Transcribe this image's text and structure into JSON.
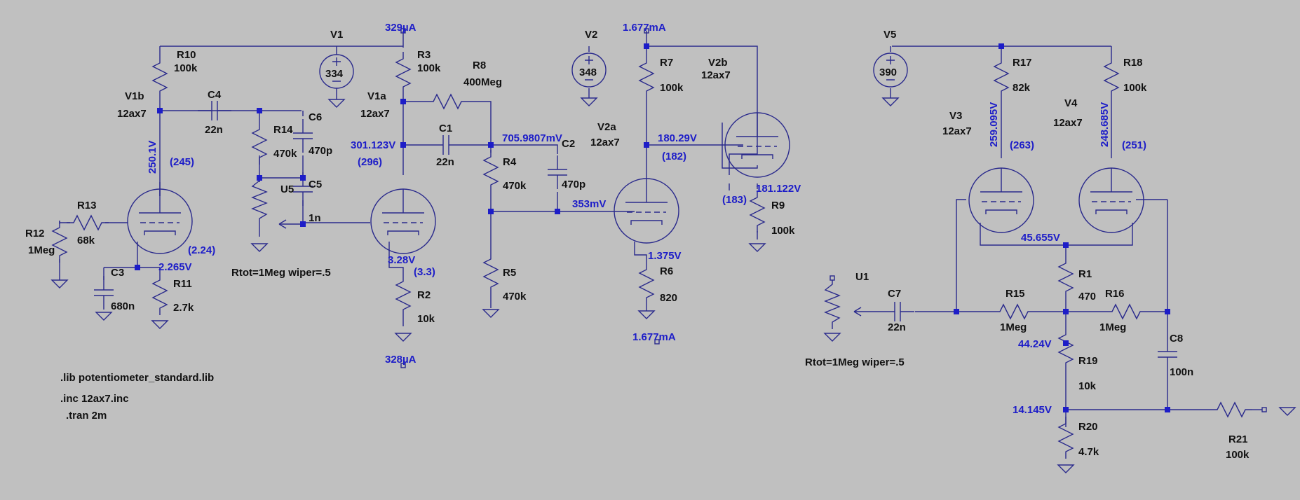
{
  "colors": {
    "background": "#c0c0c0",
    "wire": "#2a2a8c",
    "label": "#111111",
    "annotation": "#1d1dc8"
  },
  "directives": [
    ".lib potentiometer_standard.lib",
    ".inc 12ax7.inc",
    ".tran 2m"
  ],
  "components": {
    "R10": {
      "name": "R10",
      "value": "100k"
    },
    "V1": {
      "name": "V1",
      "value": "334"
    },
    "R3": {
      "name": "R3",
      "value": "100k"
    },
    "R8": {
      "name": "R8",
      "value": "400Meg"
    },
    "V1b": {
      "name": "V1b",
      "model": "12ax7"
    },
    "V1a": {
      "name": "V1a",
      "model": "12ax7"
    },
    "C4": {
      "name": "C4",
      "value": "22n"
    },
    "R14": {
      "name": "R14",
      "value": "470k"
    },
    "C6": {
      "name": "C6",
      "value": "470p"
    },
    "C5": {
      "name": "C5",
      "value": "1n"
    },
    "U5": {
      "name": "U5",
      "params": "Rtot=1Meg wiper=.5"
    },
    "C1": {
      "name": "C1",
      "value": "22n"
    },
    "R4": {
      "name": "R4",
      "value": "470k"
    },
    "R5": {
      "name": "R5",
      "value": "470k"
    },
    "R2": {
      "name": "R2",
      "value": "10k"
    },
    "R13": {
      "name": "R13",
      "value": "68k"
    },
    "R12": {
      "name": "R12",
      "value": "1Meg"
    },
    "C3": {
      "name": "C3",
      "value": "680n"
    },
    "R11": {
      "name": "R11",
      "value": "2.7k"
    },
    "V2": {
      "name": "V2",
      "value": "348"
    },
    "R7": {
      "name": "R7",
      "value": "100k"
    },
    "V2b": {
      "name": "V2b",
      "model": "12ax7"
    },
    "V2a": {
      "name": "V2a",
      "model": "12ax7"
    },
    "C2": {
      "name": "C2",
      "value": "470p"
    },
    "R6": {
      "name": "R6",
      "value": "820"
    },
    "R9": {
      "name": "R9",
      "value": "100k"
    },
    "V5": {
      "name": "V5",
      "value": "390"
    },
    "R17": {
      "name": "R17",
      "value": "82k"
    },
    "R18": {
      "name": "R18",
      "value": "100k"
    },
    "V3": {
      "name": "V3",
      "model": "12ax7"
    },
    "V4": {
      "name": "V4",
      "model": "12ax7"
    },
    "R1": {
      "name": "R1",
      "value": "470"
    },
    "R15": {
      "name": "R15",
      "value": "1Meg"
    },
    "R16": {
      "name": "R16",
      "value": "1Meg"
    },
    "C7": {
      "name": "C7",
      "value": "22n"
    },
    "U1": {
      "name": "U1",
      "params": "Rtot=1Meg wiper=.5"
    },
    "C8": {
      "name": "C8",
      "value": "100n"
    },
    "R19": {
      "name": "R19",
      "value": "10k"
    },
    "R20": {
      "name": "R20",
      "value": "4.7k"
    },
    "R21": {
      "name": "R21",
      "value": "100k"
    }
  },
  "annotations": {
    "i_r3": "329µA",
    "i_r2": "328µA",
    "i_r7": "1.677mA",
    "i_r6": "1.677mA",
    "v_v1b_plate": "250.1V",
    "p_v1b_plate": "(245)",
    "v_v1b_cath": "2.265V",
    "p_v1b_cath": "(2.24)",
    "v_v1a_plate": "301.123V",
    "p_v1a_plate": "(296)",
    "v_v1a_cath": "3.28V",
    "p_v1a_cath": "(3.3)",
    "v_c1_out": "705.9807mV",
    "v_v2a_grid": "353mV",
    "v_v2a_plate": "180.29V",
    "p_v2a_plate": "(182)",
    "v_v2a_cath": "1.375V",
    "v_v2b_cath": "181.122V",
    "p_v2b_cath": "(183)",
    "v_v3_plate": "259.095V",
    "p_v3_plate": "(263)",
    "v_v4_plate": "248.685V",
    "p_v4_plate": "(251)",
    "v_pi_cath": "45.655V",
    "v_r19_top": "44.24V",
    "v_r20_top": "14.145V"
  }
}
